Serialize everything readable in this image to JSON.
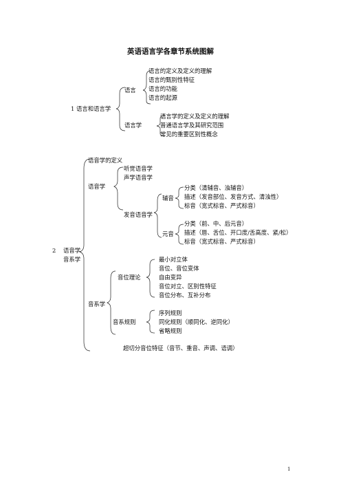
{
  "title": "英语语言学各章节系统图解",
  "page_number": "1",
  "section1": {
    "label": "1 语言和语言学",
    "yuyan": {
      "label": "语言",
      "items": [
        "语言的定义及定义的理解",
        "语言的甄别性特征",
        "语言的功能",
        "语言的起源"
      ]
    },
    "yuyanxue": {
      "label": "语言学",
      "items": [
        "语言学的定义及定义的理解",
        "普通语言学及其研究范围",
        "常见的重要区别性概念"
      ]
    }
  },
  "section2": {
    "number": "2",
    "label_line1": "语音学",
    "label_line2": "音系学",
    "definition": "语音学的定义",
    "phonetics": {
      "label": "语音学",
      "items": [
        "听觉语音学",
        "声学语音学"
      ],
      "articulatory": {
        "label": "发音语音学",
        "consonant": {
          "label": "辅音",
          "items": [
            "分类（清辅音、浊辅音）",
            "描述（发音部位、发音方式、清浊性）",
            "标音（宽式标音、严式标音）"
          ]
        },
        "vowel": {
          "label": "元音",
          "items": [
            "分类（前、中、后元音）",
            "描述（唇、舌位、开口度/舌高度、紧/松）",
            "标音（宽式标音、严式标音）"
          ]
        }
      }
    },
    "phonology": {
      "label": "音系学",
      "phoneme_theory": {
        "label": "音位理论",
        "items": [
          "最小对立体",
          "音位、音位变体",
          "自由变异",
          "音位对立、区别性特征",
          "音位分布、互补分布"
        ]
      },
      "rules": {
        "label": "音系规则",
        "items": [
          "序列规则",
          "同化规则（顺同化、逆同化）",
          "省略规则"
        ]
      },
      "suprasegmental": "超切分音位特征（音节、重音、声调、语调）"
    }
  }
}
